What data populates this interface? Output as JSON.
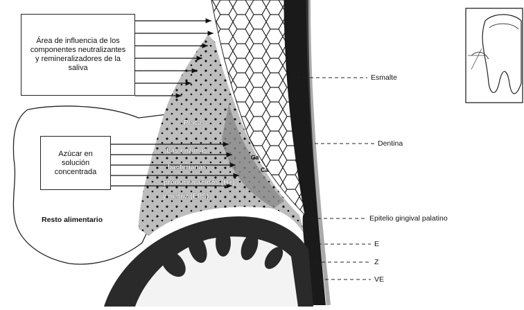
{
  "boxes": {
    "saliva": "Área de influencia de los componentes neutralizantes y remineralizadores de la saliva",
    "sugar": "Azúcar en solución concentrada"
  },
  "labels": {
    "food_residue": "Resto alimentario",
    "enamel": "Esmalte",
    "dentin": "Dentina",
    "gingival_epithelium": "Epitelio gingival palatino",
    "e": "E",
    "z": "Z",
    "ve": "VE"
  },
  "plaque": {
    "title": "Placa",
    "line1": "Las enzimas",
    "line2": "bacterianas",
    "line3": "producen ácidos (H+)",
    "line4": "y matriz (EPS)"
  },
  "ions": [
    "Ca",
    "Ca"
  ],
  "colors": {
    "ink": "#111111",
    "plaque_fill": "#9a9a9a",
    "gum": "#2a2a2a"
  }
}
